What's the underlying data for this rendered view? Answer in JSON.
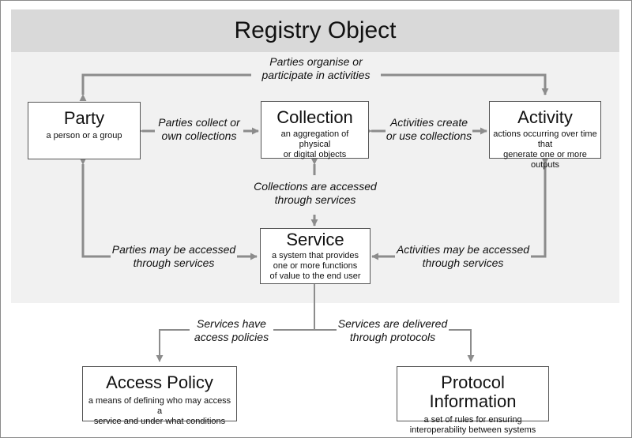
{
  "title": "Registry Object",
  "boxes": {
    "party": {
      "name": "Party",
      "desc": [
        "a person or a group"
      ]
    },
    "collection": {
      "name": "Collection",
      "desc": [
        "an aggregation of physical",
        "or digital objects"
      ]
    },
    "activity": {
      "name": "Activity",
      "desc": [
        "actions occurring over time that",
        "generate one or more outputs"
      ]
    },
    "service": {
      "name": "Service",
      "desc": [
        "a system that provides",
        "one or more functions",
        "of value to the end user"
      ]
    },
    "access_policy": {
      "name": "Access Policy",
      "desc": [
        "a means of defining who may access a",
        "service and under what conditions"
      ]
    },
    "protocol_information": {
      "name": "Protocol Information",
      "desc": [
        "a set of rules for ensuring",
        "interoperability between systems"
      ]
    }
  },
  "relations": {
    "party_activity": [
      "Parties organise or",
      "participate in activities"
    ],
    "party_collection": [
      "Parties collect or",
      "own collections"
    ],
    "activity_collection": [
      "Activities create",
      "or use collections"
    ],
    "collection_service": [
      "Collections are accessed",
      "through services"
    ],
    "party_service": [
      "Parties may be accessed",
      "through services"
    ],
    "activity_service": [
      "Activities may be accessed",
      "through services"
    ],
    "service_access_policy": [
      "Services have",
      "access policies"
    ],
    "service_protocols": [
      "Services are delivered",
      "through protocols"
    ]
  },
  "colors": {
    "arrow": "#8c8c8c",
    "panel": "#f1f1f1",
    "title_band": "#d9d9d9",
    "box_border": "#555555"
  }
}
